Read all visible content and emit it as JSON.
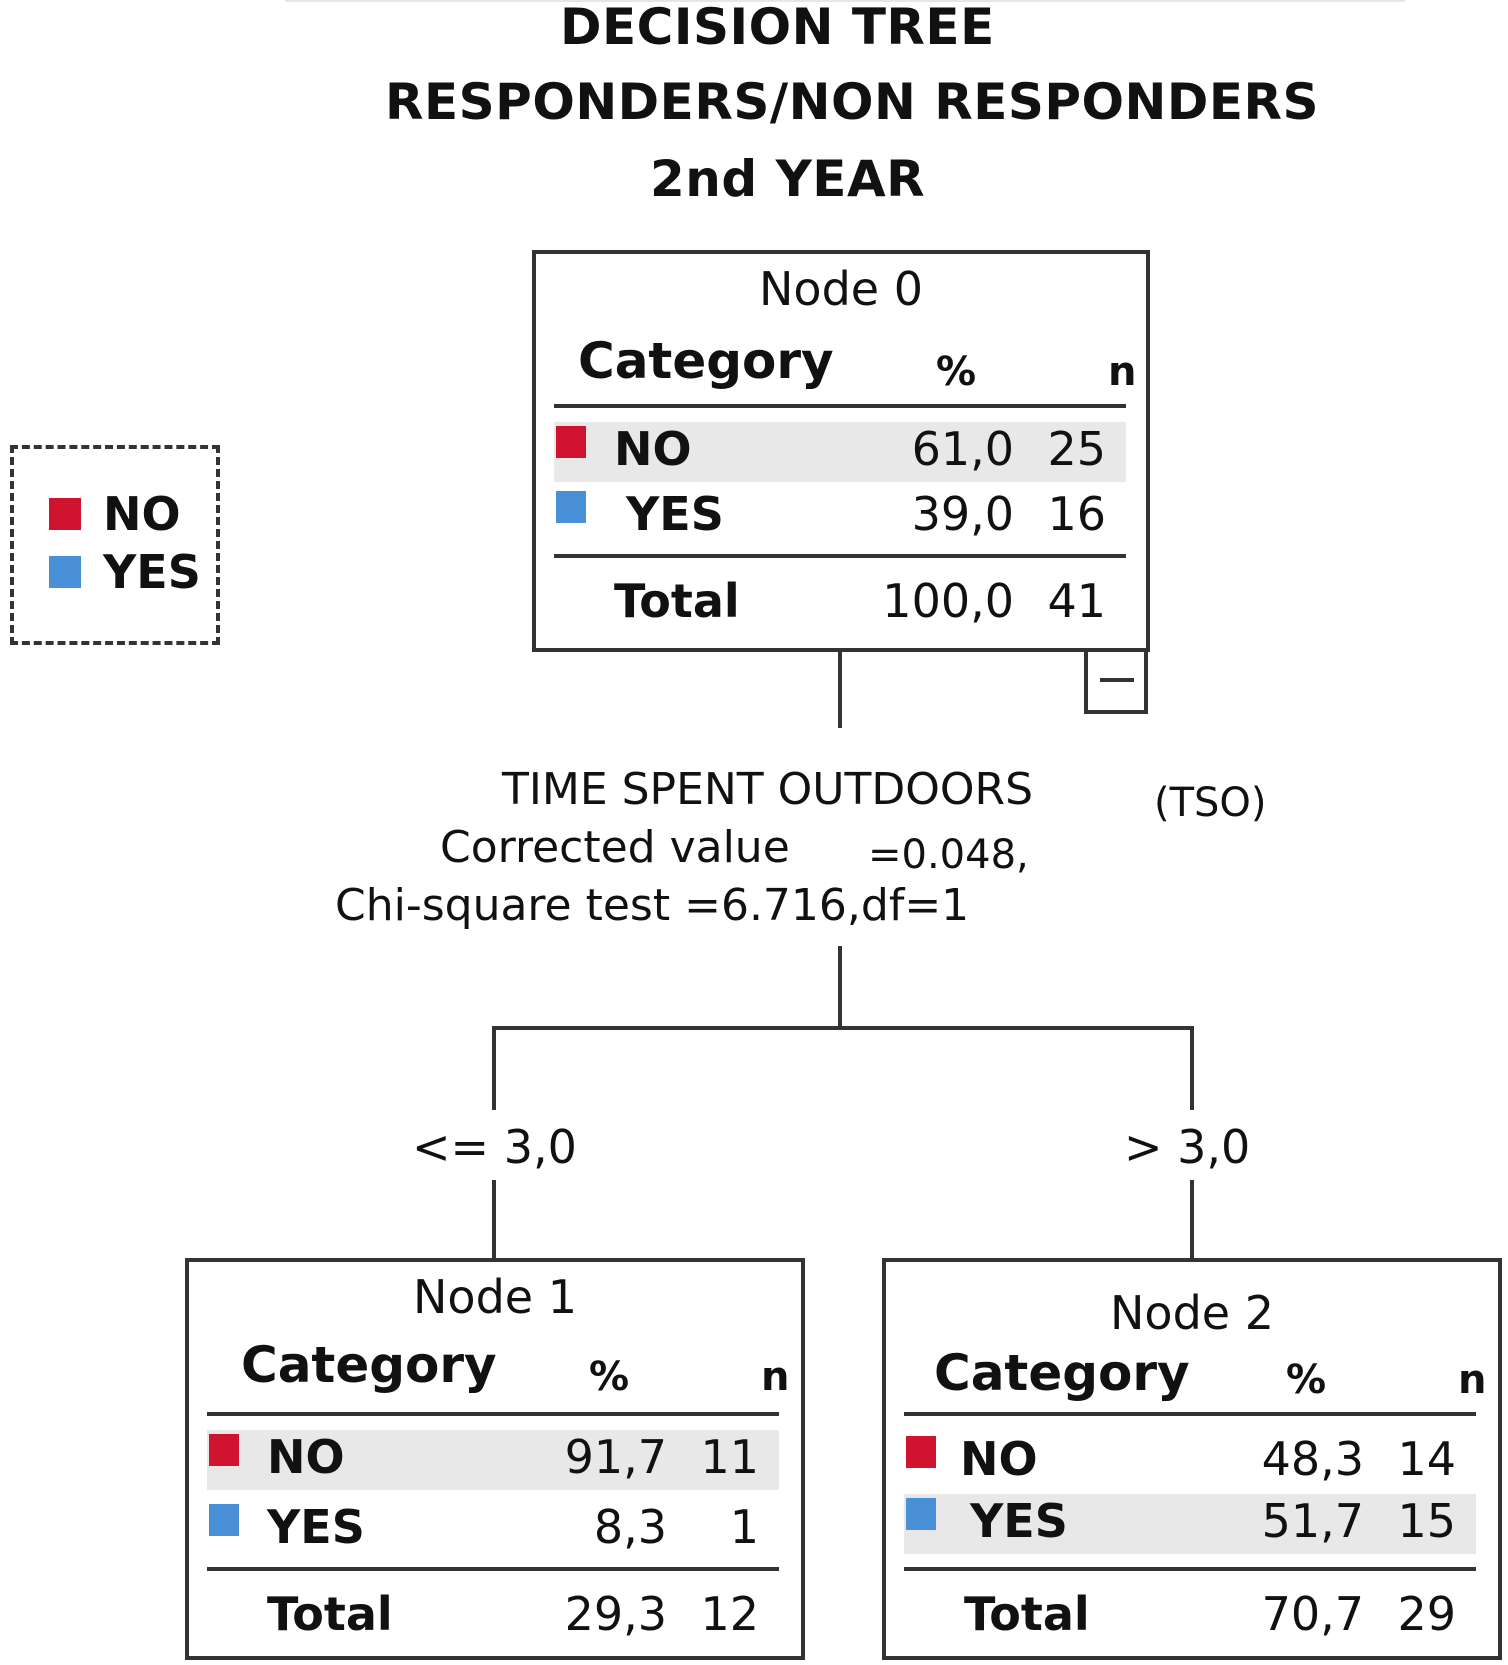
{
  "title": {
    "line1": "DECISION TREE",
    "line2": "RESPONDERS/NON RESPONDERS",
    "line3": "2nd YEAR"
  },
  "legend": {
    "items": [
      {
        "label": "NO",
        "color": "#d0142f"
      },
      {
        "label": "YES",
        "color": "#4a90d9"
      }
    ]
  },
  "headers": {
    "category": "Category",
    "percent": "%",
    "n": "n"
  },
  "nodes": [
    {
      "title": "Node 0",
      "rows": [
        {
          "label": "NO",
          "percent": "61,0",
          "n": "25"
        },
        {
          "label": "YES",
          "percent": "39,0",
          "n": "16"
        }
      ],
      "total": {
        "label": "Total",
        "percent": "100,0",
        "n": "41"
      }
    },
    {
      "title": "Node 1",
      "rows": [
        {
          "label": "NO",
          "percent": "91,7",
          "n": "11"
        },
        {
          "label": "YES",
          "percent": "8,3",
          "n": "1"
        }
      ],
      "total": {
        "label": "Total",
        "percent": "29,3",
        "n": "12"
      }
    },
    {
      "title": "Node 2",
      "rows": [
        {
          "label": "NO",
          "percent": "48,3",
          "n": "14"
        },
        {
          "label": "YES",
          "percent": "51,7",
          "n": "15"
        }
      ],
      "total": {
        "label": "Total",
        "percent": "70,7",
        "n": "29"
      }
    }
  ],
  "split": {
    "variable": "TIME SPENT OUTDOORS",
    "abbrev": "(TSO)",
    "corrected_label": "Corrected value",
    "corrected_value": "=0.048,",
    "chi_square": "Chi-square test =6.716,df=1"
  },
  "branches": {
    "left": "<= 3,0",
    "right": "> 3,0"
  },
  "collapse_symbol": "−"
}
